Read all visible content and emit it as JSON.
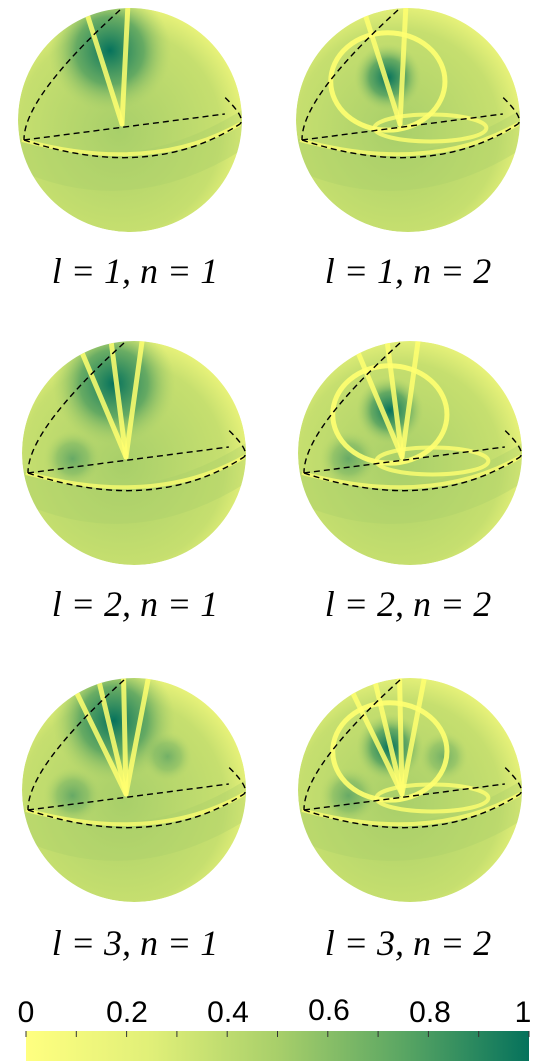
{
  "panels": [
    {
      "label": "l = 1, n = 1",
      "mode_l": 1,
      "mode_n": 1
    },
    {
      "label": "l = 1, n = 2",
      "mode_l": 1,
      "mode_n": 2
    },
    {
      "label": "l = 2, n = 1",
      "mode_l": 2,
      "mode_n": 1
    },
    {
      "label": "l = 2, n = 2",
      "mode_l": 2,
      "mode_n": 2
    },
    {
      "label": "l = 3, n = 1",
      "mode_l": 3,
      "mode_n": 1
    },
    {
      "label": "l = 3, n = 2",
      "mode_l": 3,
      "mode_n": 2
    }
  ],
  "colorbar": {
    "ticks": [
      "0",
      "0.2",
      "0.4",
      "0.6",
      "0.8",
      "1"
    ],
    "min": 0,
    "max": 1,
    "color_low": "#ffff80",
    "color_mid": "#a8cf6a",
    "color_high": "#05725c"
  },
  "colors": {
    "outline": "#000000",
    "ridge": "#ffff70"
  }
}
